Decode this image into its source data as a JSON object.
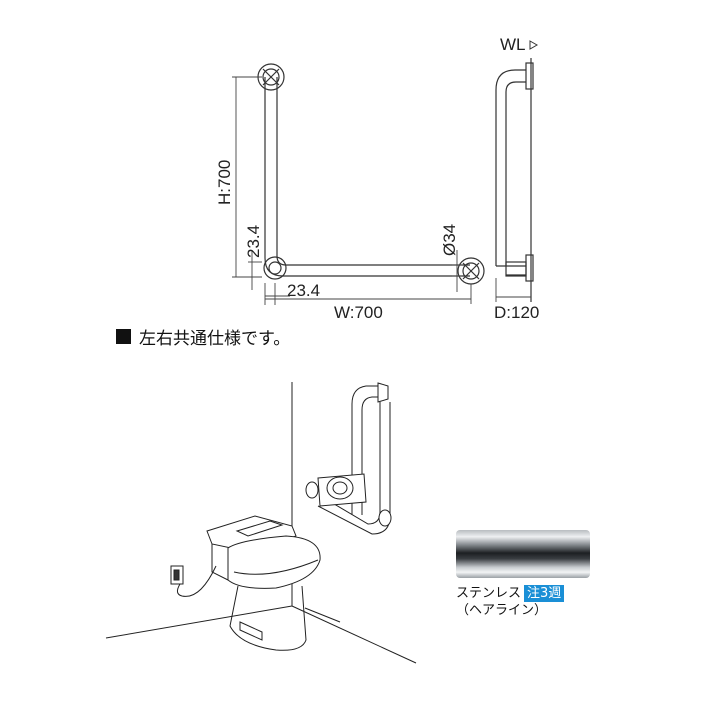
{
  "diagram": {
    "dims": {
      "height": "H:700",
      "width": "W:700",
      "offset_vertical": "23.4",
      "offset_horizontal": "23.4",
      "diameter": "Ø34",
      "depth": "D:120",
      "wall_line": "WL"
    },
    "note": "左右共通仕様です。"
  },
  "material": {
    "name": "ステンレス",
    "badge": "注3週",
    "finish": "（ヘアライン）",
    "colors": {
      "badge_bg": "#1a8fd6",
      "line": "#333333"
    }
  }
}
